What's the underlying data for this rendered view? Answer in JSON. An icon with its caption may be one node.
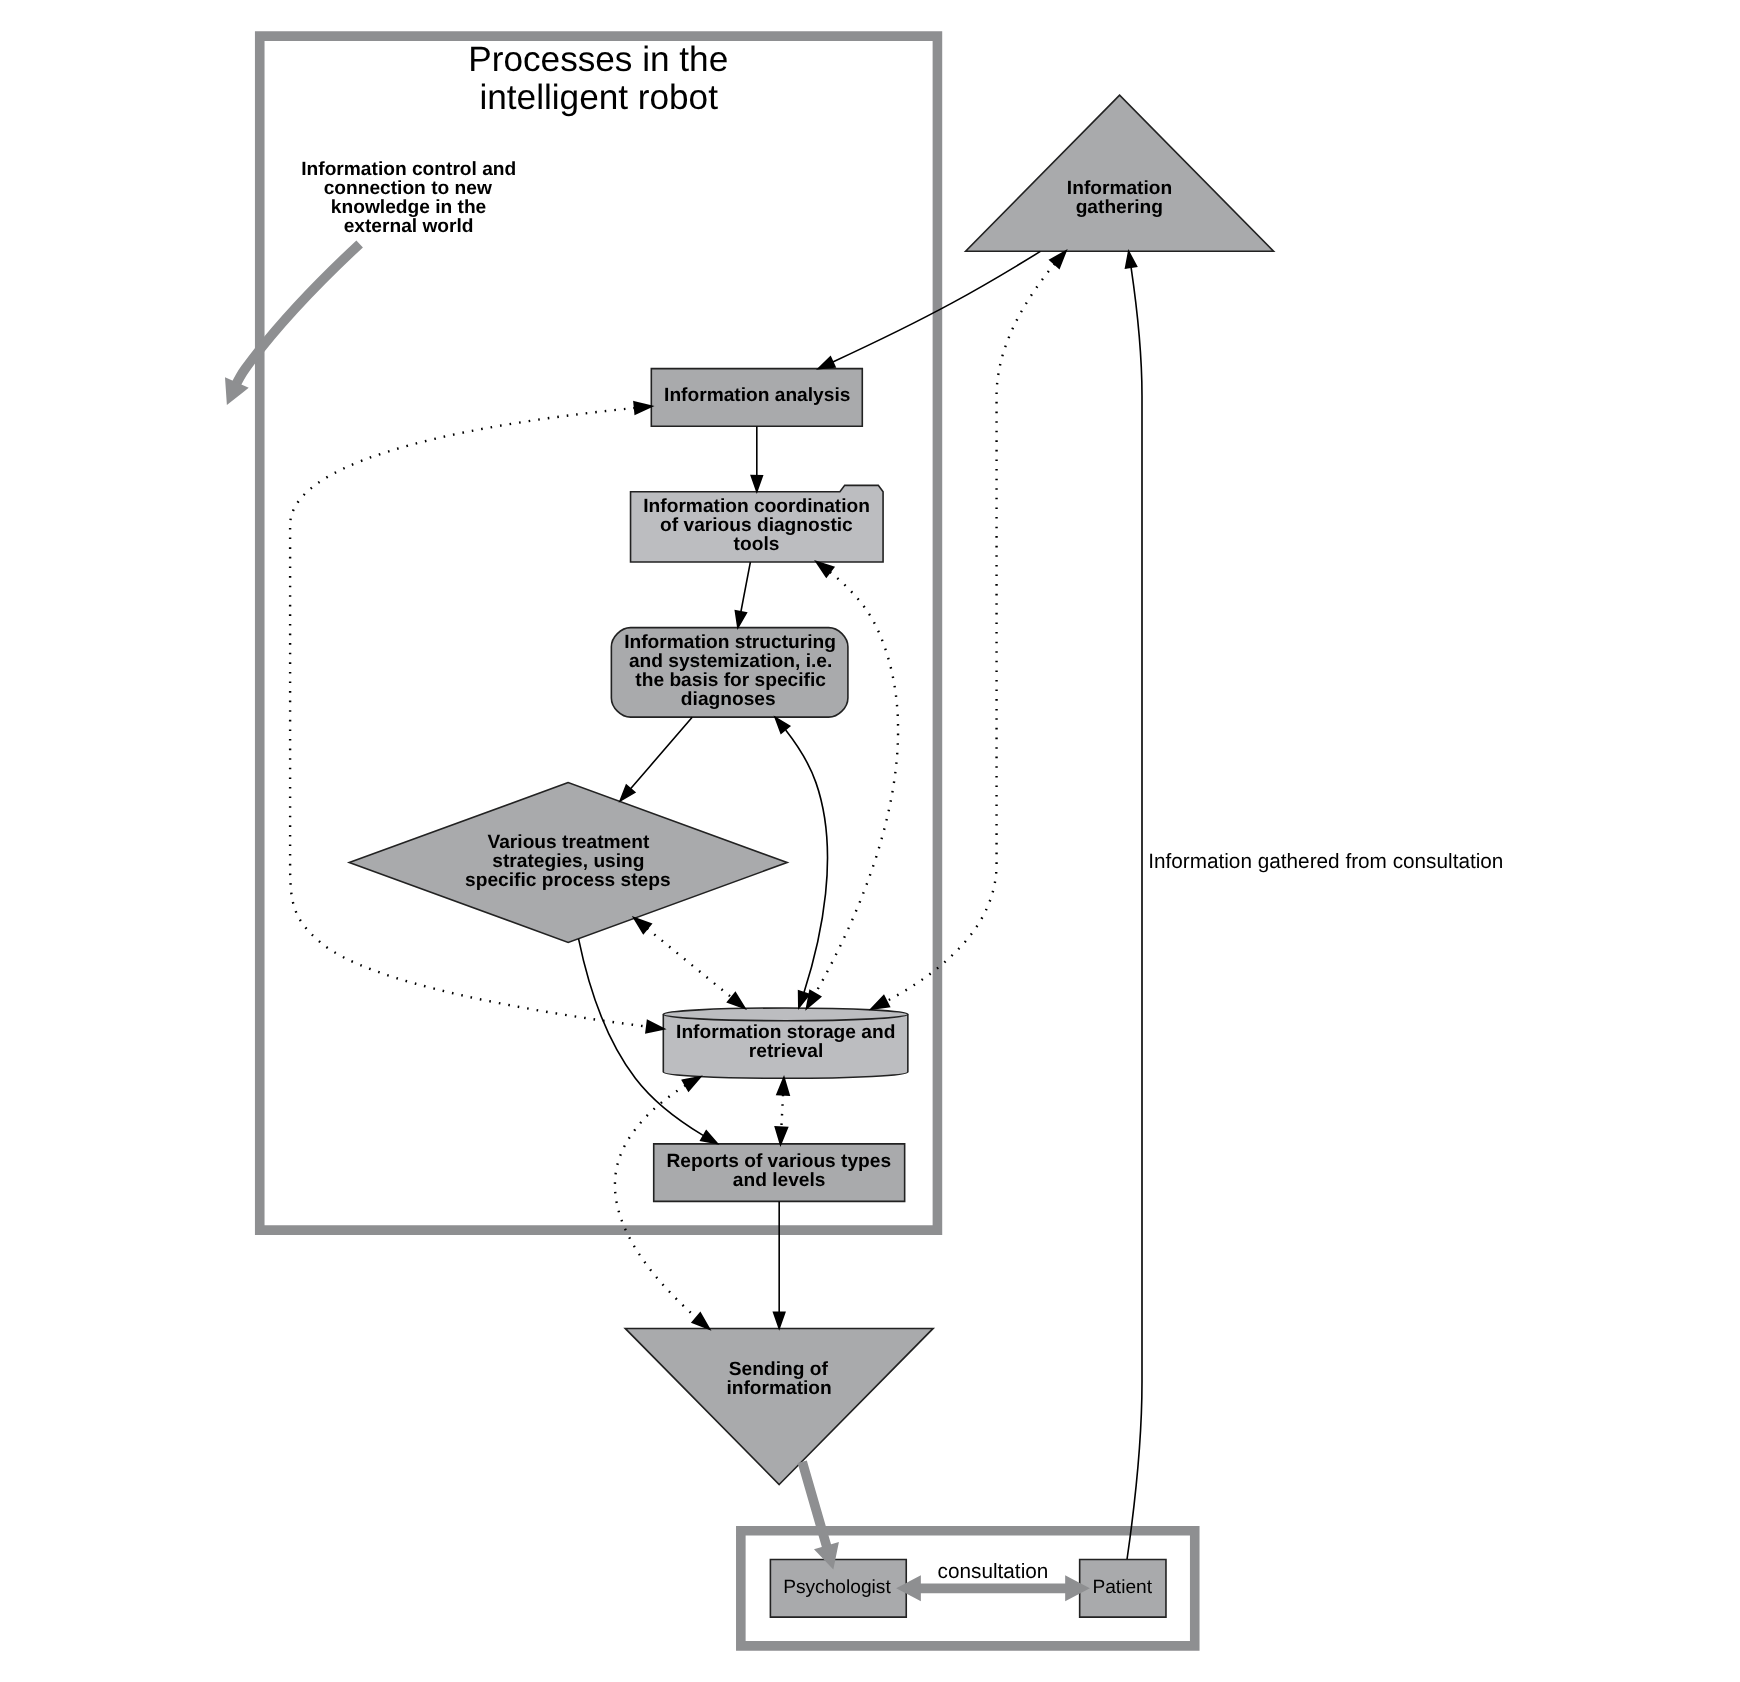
{
  "diagram": {
    "nodes": [
      {
        "text": [
          "Processes in the intelligent robot"
        ]
      },
      {
        "text": [
          "Information control and connection to new knowledge in the external world"
        ],
        "in": 0
      },
      {
        "text": [
          "Information coordination of various diagnostic tools"
        ],
        "in": 0
      },
      {
        "text": [
          "Information structuring and systemization, i.e. the basis for specific diagnoses"
        ],
        "in": 0
      },
      {
        "text": [
          "Various treatment strategies, using specific process steps"
        ],
        "in": 0
      },
      {
        "text": [
          "Information storage and retrieval"
        ],
        "in": 0
      },
      {
        "text": [
          "Information analysis"
        ],
        "in": 0
      },
      {
        "text": [
          "Reports of various types and levels"
        ],
        "in": 0
      },
      {
        "text": [
          "Information gathering"
        ]
      },
      {
        "text": [
          "Sending of information"
        ]
      },
      {
        "text": [],
        "shape": "box"
      },
      {
        "text": [
          "Patient"
        ],
        "in": 10
      },
      {
        "text": [
          "Psychologist"
        ],
        "in": 10
      }
    ],
    "edges": [
      {
        "from": 1,
        "to": null,
        "arrow": "to",
        "style": "thick",
        "color": "#8e8f91"
      },
      {
        "from": 11,
        "to": 8,
        "arrow": "to",
        "label": "Information gathered from consultation"
      },
      {
        "from": 8,
        "to": 6,
        "arrow": "to"
      },
      {
        "from": 6,
        "to": 2,
        "arrow": "to"
      },
      {
        "from": 2,
        "to": 3,
        "arrow": "to"
      },
      {
        "from": 3,
        "to": 4,
        "arrow": "to"
      },
      {
        "from": 3,
        "to": 5,
        "arrow": "both"
      },
      {
        "from": 2,
        "to": 5,
        "arrow": "both",
        "style": "dashed"
      },
      {
        "from": 4,
        "to": 5,
        "arrow": "both",
        "style": "dashed"
      },
      {
        "from": 6,
        "to": 5,
        "arrow": "both",
        "style": "dashed"
      },
      {
        "from": 5,
        "to": 7,
        "arrow": "both",
        "style": "dashed"
      },
      {
        "from": 8,
        "to": 5,
        "arrow": "both",
        "style": "dashed"
      },
      {
        "from": 5,
        "to": 9,
        "arrow": "both",
        "style": "dashed"
      },
      {
        "from": 4,
        "to": 7,
        "arrow": "to"
      },
      {
        "from": 7,
        "to": 9,
        "arrow": "to"
      },
      {
        "from": 9,
        "to": 12,
        "arrow": "to",
        "style": "thick",
        "color": "#8e8f91"
      },
      {
        "from": 11,
        "to": 12,
        "arrow": "both",
        "label": "consultation",
        "style": "thick",
        "color": "#8e8f91"
      }
    ]
  }
}
